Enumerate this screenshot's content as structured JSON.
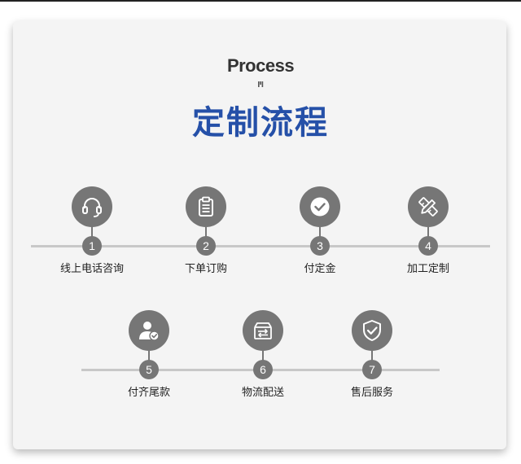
{
  "header": {
    "eyebrow": "Process",
    "title": "定制流程"
  },
  "steps": [
    {
      "number": "1",
      "label": "线上电话咨询",
      "icon": "headset-icon"
    },
    {
      "number": "2",
      "label": "下单订购",
      "icon": "clipboard-icon"
    },
    {
      "number": "3",
      "label": "付定金",
      "icon": "checkmark-icon"
    },
    {
      "number": "4",
      "label": "加工定制",
      "icon": "pencil-ruler-icon"
    },
    {
      "number": "5",
      "label": "付齐尾款",
      "icon": "user-check-icon"
    },
    {
      "number": "6",
      "label": "物流配送",
      "icon": "box-transfer-icon"
    },
    {
      "number": "7",
      "label": "售后服务",
      "icon": "shield-check-icon"
    }
  ],
  "colors": {
    "title": "#2550a8",
    "icon_circle": "#767676",
    "track": "#c8c8c8",
    "card": "#f4f4f4"
  }
}
